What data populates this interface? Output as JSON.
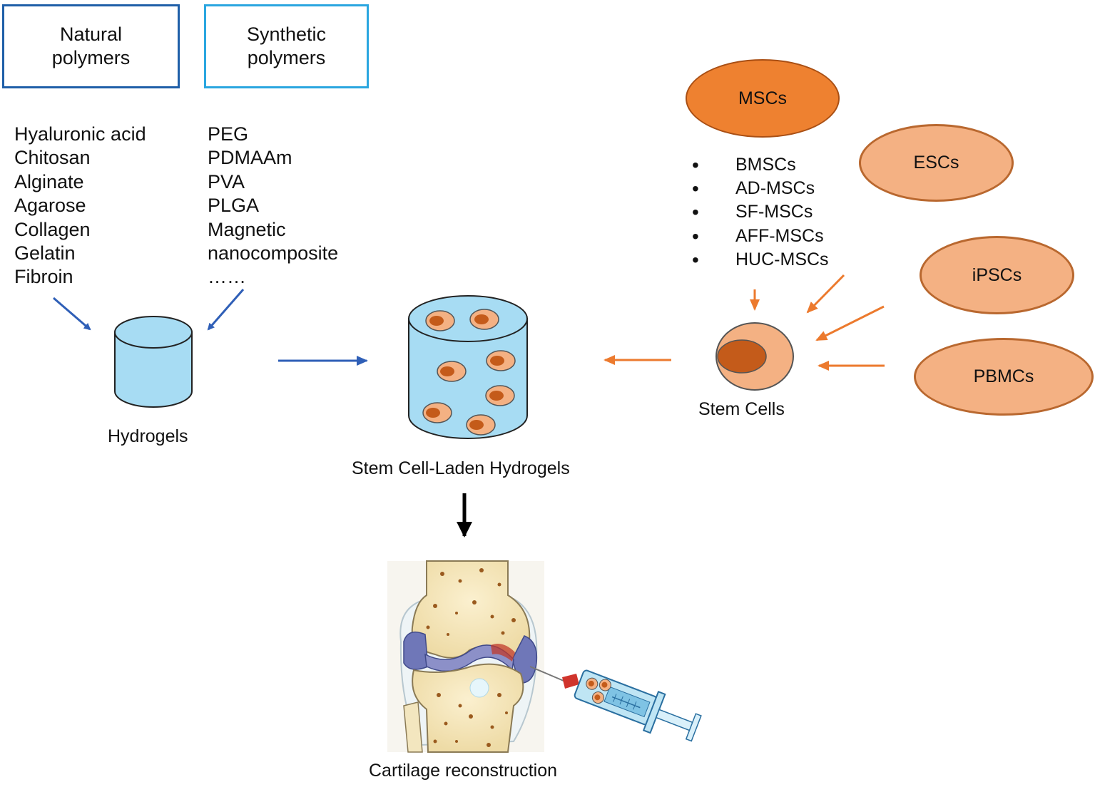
{
  "natural": {
    "title": "Natural\npolymers",
    "items": [
      "Hyaluronic acid",
      "Chitosan",
      "Alginate",
      "Agarose",
      "Collagen",
      "Gelatin",
      "Fibroin"
    ]
  },
  "synthetic": {
    "title": "Synthetic\npolymers",
    "items": [
      "PEG",
      "PDMAAm",
      "PVA",
      "PLGA",
      "Magnetic",
      "nanocomposite",
      "……"
    ]
  },
  "hydrogels_label": "Hydrogels",
  "laden_label": "Stem Cell-Laden Hydrogels",
  "stem_cells_label": "Stem Cells",
  "cartilage_label": "Cartilage reconstruction",
  "msc": {
    "label": "MSCs",
    "subtypes": [
      "BMSCs",
      "AD-MSCs",
      "SF-MSCs",
      "AFF-MSCs",
      "HUC-MSCs"
    ]
  },
  "other_sources": [
    "ESCs",
    "iPSCs",
    "PBMCs"
  ],
  "colors": {
    "natural_border": "#1f5fa8",
    "synthetic_border": "#2aa6e0",
    "hydrogel_fill": "#a7dcf3",
    "blue_arrow": "#2f5fb7",
    "orange_arrow": "#ec7a2e",
    "msc_fill": "#ee8130",
    "source_fill": "#f4b183",
    "nucleus": "#c45b1a"
  }
}
